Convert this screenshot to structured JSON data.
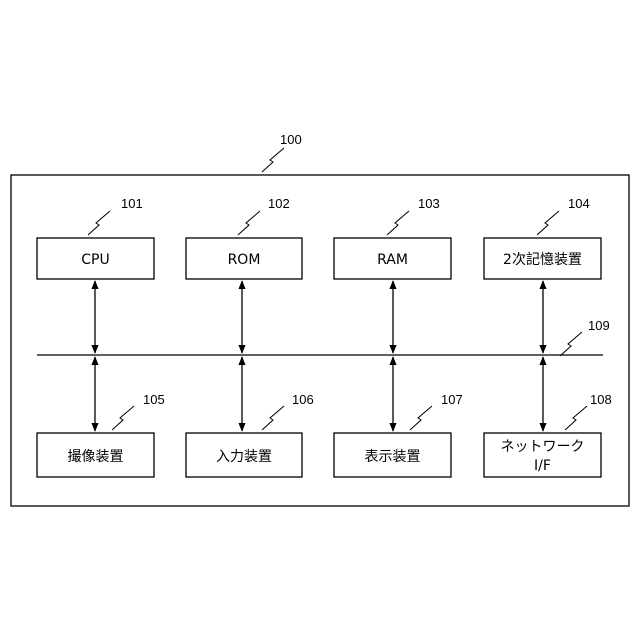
{
  "diagram": {
    "system": {
      "ref": "100"
    },
    "bus": {
      "ref": "109"
    },
    "components": [
      {
        "id": "cpu",
        "ref": "101",
        "label": "CPU"
      },
      {
        "id": "rom",
        "ref": "102",
        "label": "ROM"
      },
      {
        "id": "ram",
        "ref": "103",
        "label": "RAM"
      },
      {
        "id": "secondary-storage",
        "ref": "104",
        "label": "2次記憶装置"
      },
      {
        "id": "imaging-device",
        "ref": "105",
        "label": "撮像装置"
      },
      {
        "id": "input-device",
        "ref": "106",
        "label": "入力装置"
      },
      {
        "id": "display-device",
        "ref": "107",
        "label": "表示装置"
      },
      {
        "id": "network-if",
        "ref": "108",
        "label": "ネットワーク",
        "label2": "I/F"
      }
    ]
  }
}
